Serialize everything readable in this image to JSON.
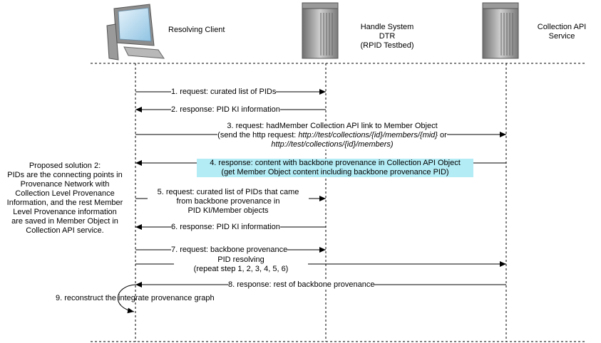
{
  "participants": {
    "client": "Resolving Client",
    "handle": [
      "Handle System",
      "DTR",
      "(RPID Testbed)"
    ],
    "collection": [
      "Collection API",
      "Service"
    ]
  },
  "messages": {
    "m1": "1. request: curated list of PIDs",
    "m2": "2. response: PID KI information",
    "m3": {
      "line1": "3. request: hadMember Collection API link to Member Object",
      "line2_prefix": "(send the http request:",
      "line2_url": "http://test/collections/{id}/members/{mid}",
      "line2_suffix": "or",
      "line3_url": "http://test/collections/{id}/members)"
    },
    "m4": {
      "line1": "4. response: content with backbone provenance in Collection API Object",
      "line2": "(get Member Object content including backbone provenance PID)"
    },
    "m5": [
      "5. request: curated list of PIDs that came",
      "from backbone provenance in",
      "PID KI/Member objects"
    ],
    "m6": "6. response: PID KI information",
    "m7": "7. request: backbone provenance",
    "resolve": [
      "PID resolving",
      "(repeat step 1, 2, 3, 4, 5, 6)"
    ],
    "m8": "8. response: rest of backbone provenance",
    "m9": "9. reconstruct the integrate provenance graph"
  },
  "note": [
    "Proposed solution 2:",
    "PIDs are the connecting points in",
    "Provenance Network with",
    "Collection Level Provenance",
    "Information, and the rest Member",
    "Level Provenance information",
    "are saved in Member Object in",
    "Collection API service."
  ]
}
